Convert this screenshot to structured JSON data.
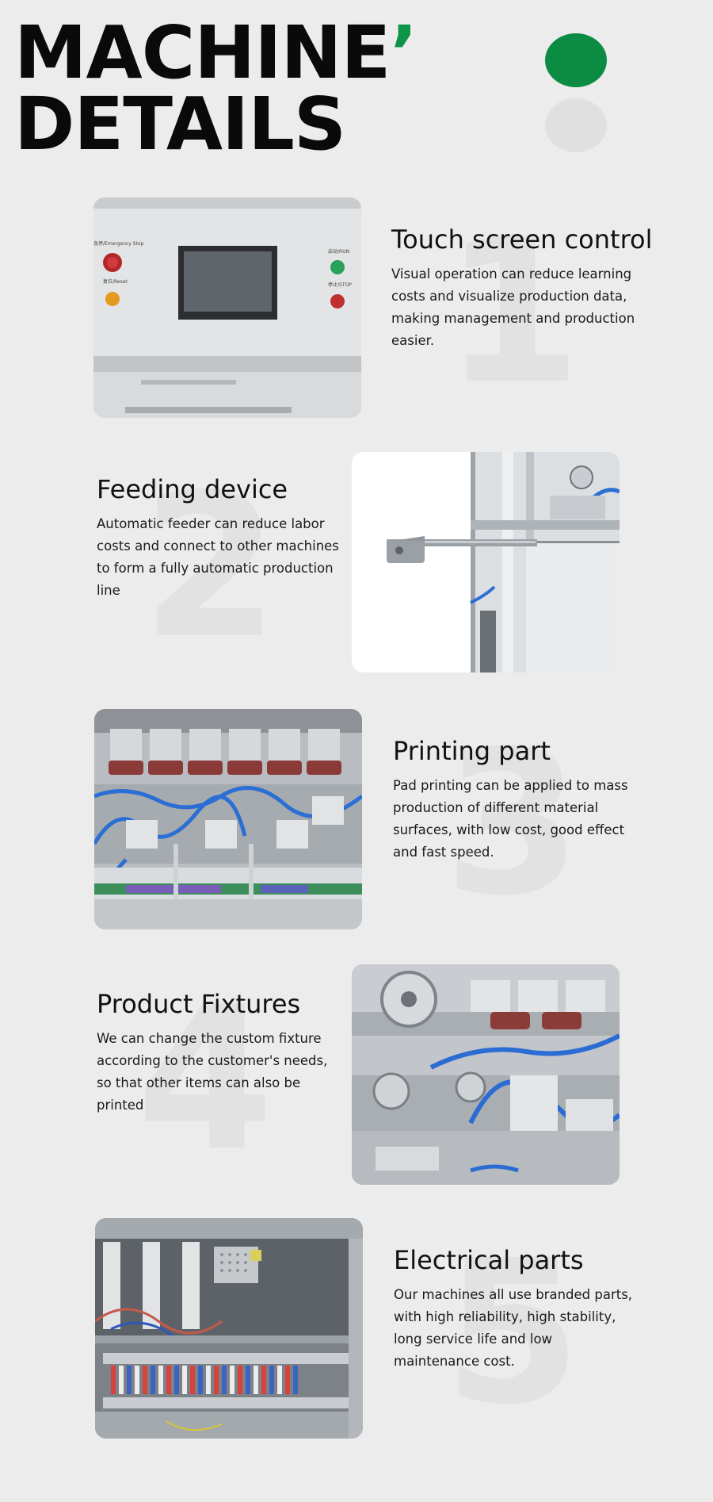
{
  "header": {
    "title_line1": "MACHINE",
    "title_accent": "’",
    "title_line2": "DETAILS"
  },
  "colors": {
    "accent_green": "#0b8c42",
    "background": "#ececec",
    "watermark_grey": "#e1e2e1"
  },
  "features": [
    {
      "number": "1",
      "title": "Touch screen control",
      "description": "Visual operation can reduce learning costs and visualize production data, making management and production easier.",
      "photo": "touch-screen-panel-photo",
      "panel_labels": [
        "急停/Emergency Stop",
        "复位/Reset",
        "启动/RUN",
        "停止/STOP"
      ]
    },
    {
      "number": "2",
      "title": "Feeding device",
      "description": "Automatic feeder can reduce labor costs and connect to other machines to form a fully automatic production line",
      "photo": "feeding-device-photo"
    },
    {
      "number": "3",
      "title": "Printing part",
      "description": "Pad printing can be applied to mass production of different material surfaces, with low cost, good effect and fast speed.",
      "photo": "printing-part-photo"
    },
    {
      "number": "4",
      "title": "Product Fixtures",
      "description": "We can change the custom fixture according to the customer's needs, so that other items can also be printed",
      "photo": "product-fixtures-photo"
    },
    {
      "number": "5",
      "title": "Electrical parts",
      "description": "Our machines all use branded parts, with high reliability, high stability, long service life and low maintenance cost.",
      "photo": "electrical-parts-photo"
    }
  ]
}
